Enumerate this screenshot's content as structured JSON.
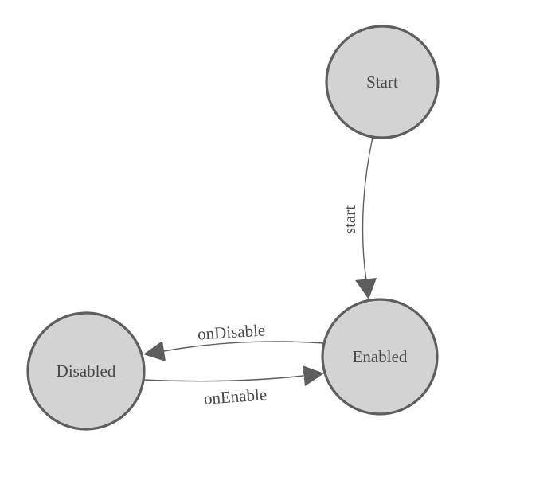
{
  "diagram": {
    "title": "state-machine",
    "colors": {
      "background": "#ffffff",
      "node_fill": "#d3d3d3",
      "node_stroke": "#5e5e5e",
      "edge_color": "#5e5e5e",
      "arrow_fill": "#5e5e5e",
      "label_color": "#4a4a4a"
    },
    "nodes": [
      {
        "id": "start",
        "label": "Start"
      },
      {
        "id": "enabled",
        "label": "Enabled"
      },
      {
        "id": "disabled",
        "label": "Disabled"
      }
    ],
    "edges": [
      {
        "from": "start",
        "to": "enabled",
        "label": "start"
      },
      {
        "from": "enabled",
        "to": "disabled",
        "label": "onDisable"
      },
      {
        "from": "disabled",
        "to": "enabled",
        "label": "onEnable"
      }
    ]
  }
}
